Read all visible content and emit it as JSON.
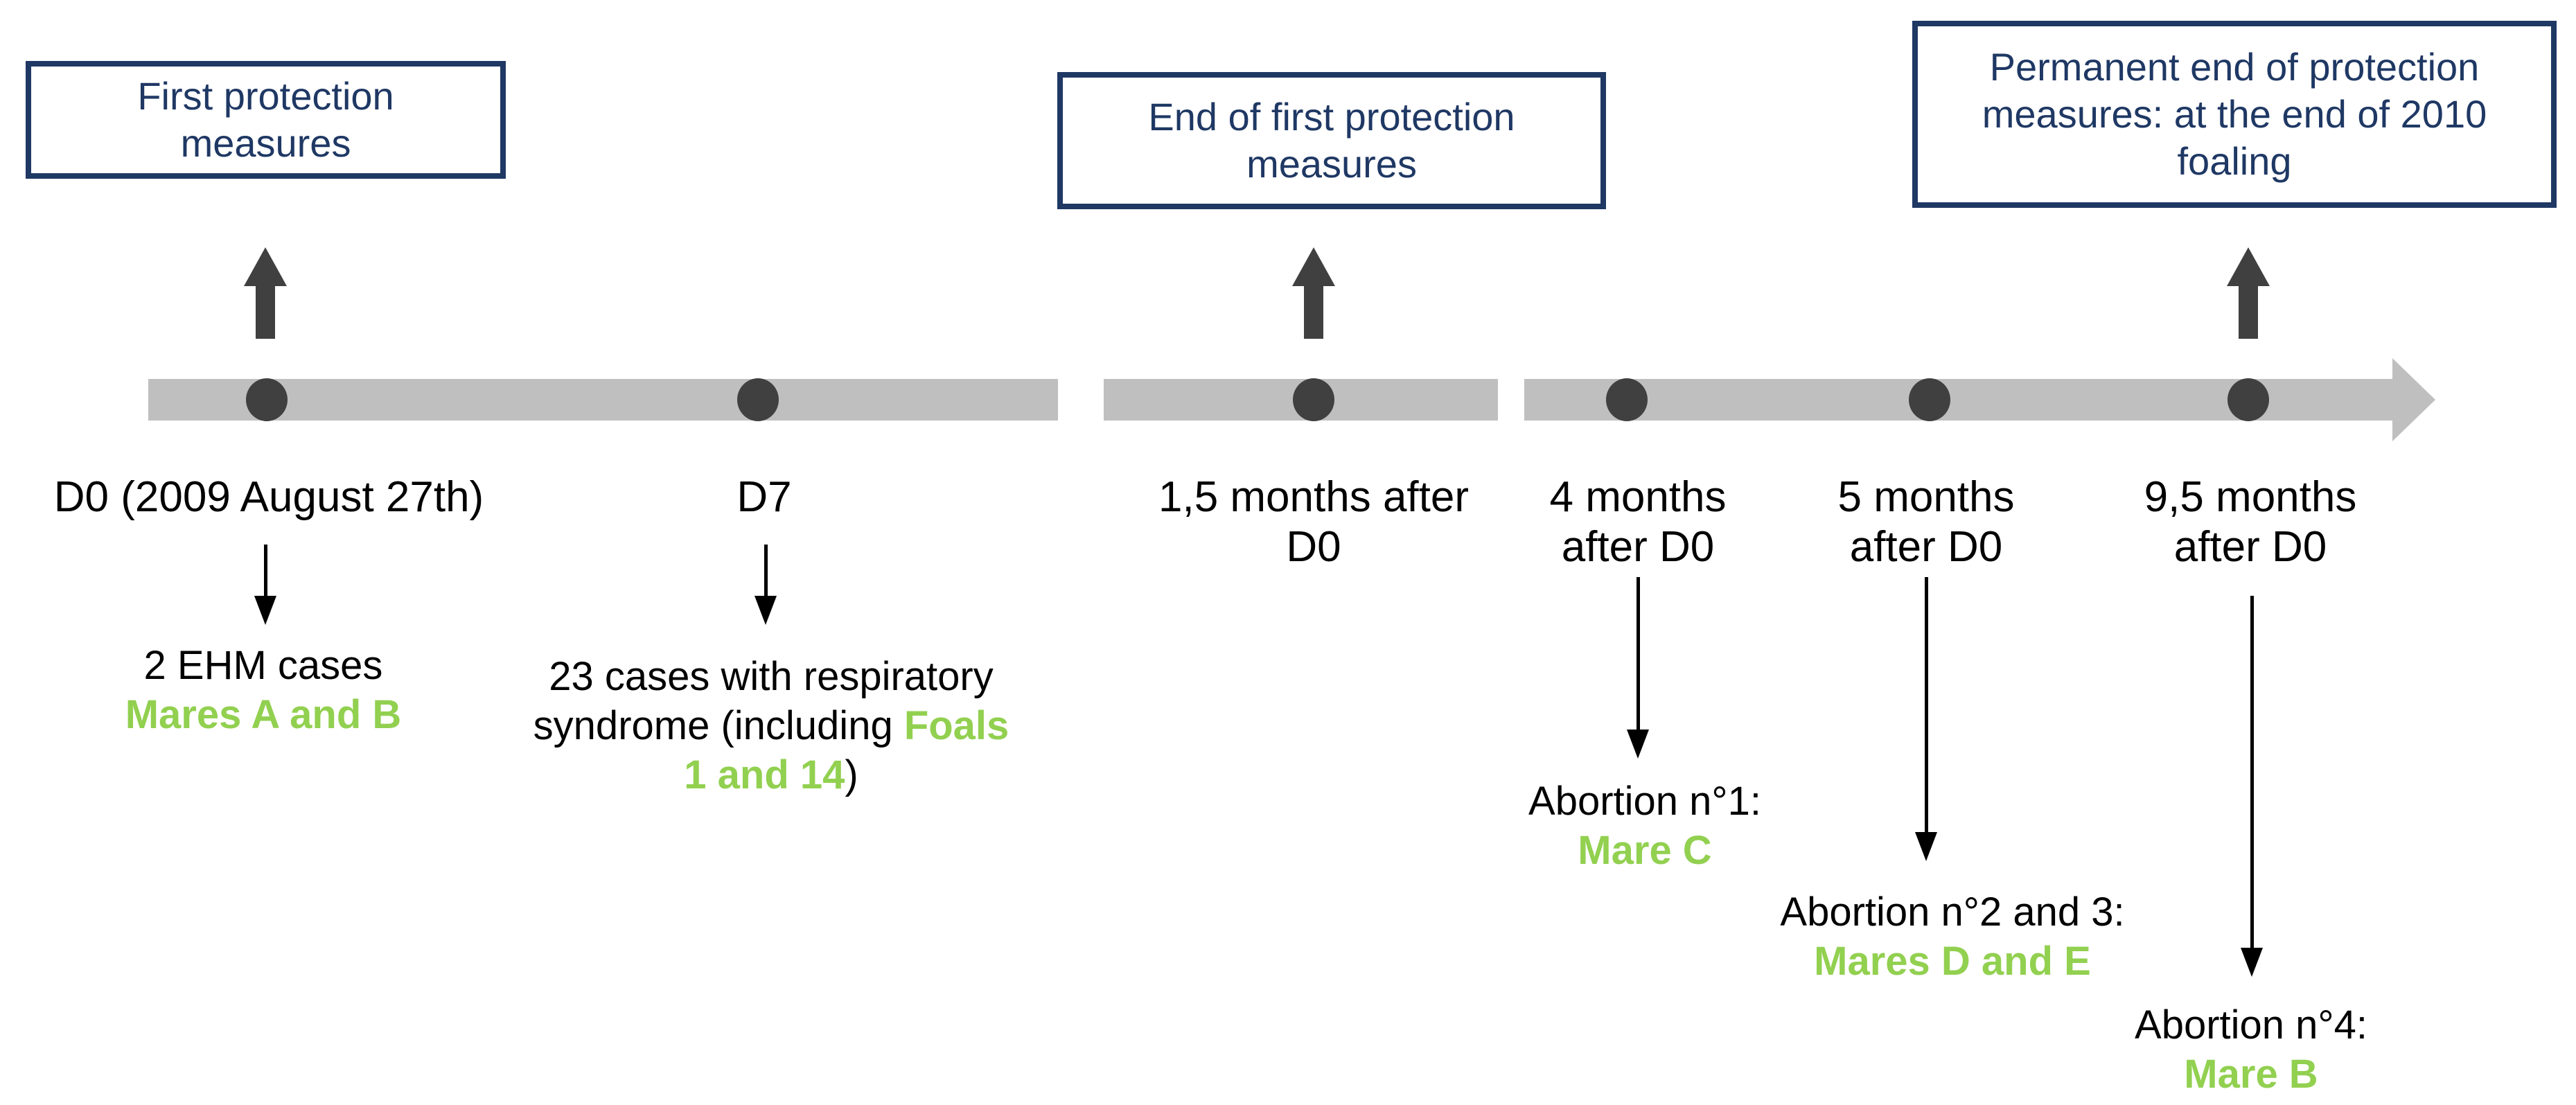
{
  "colors": {
    "navy": "#1F3864",
    "green": "#92D050",
    "timeline_gray": "#BFBFBF",
    "marker_gray": "#404040",
    "text_black": "#000000"
  },
  "callout_boxes": [
    {
      "label": "First protection measures"
    },
    {
      "label": "End of first protection measures"
    },
    {
      "label": "Permanent end of protection measures: at the end of 2010 foaling"
    }
  ],
  "timeline": {
    "tick_labels": [
      {
        "lines": [
          "D0 (2009 August 27th)"
        ]
      },
      {
        "lines": [
          "D7"
        ]
      },
      {
        "lines": [
          "1,5 months after",
          "D0"
        ]
      },
      {
        "lines": [
          "4 months",
          "after D0"
        ]
      },
      {
        "lines": [
          "5 months",
          "after D0"
        ]
      },
      {
        "lines": [
          "9,5 months",
          "after D0"
        ]
      }
    ]
  },
  "events": [
    {
      "lines": [
        {
          "parts": [
            {
              "text": "2 EHM cases",
              "green": false
            }
          ]
        },
        {
          "parts": [
            {
              "text": "Mares A and B",
              "green": true
            }
          ]
        }
      ]
    },
    {
      "lines": [
        {
          "parts": [
            {
              "text": "23 cases with respiratory",
              "green": false
            }
          ]
        },
        {
          "parts": [
            {
              "text": "syndrome (including ",
              "green": false
            },
            {
              "text": "Foals",
              "green": true
            }
          ]
        },
        {
          "parts": [
            {
              "text": "1 and 14",
              "green": true
            },
            {
              "text": ")",
              "green": false
            }
          ]
        }
      ]
    },
    {
      "lines": [
        {
          "parts": [
            {
              "text": "Abortion n°1:",
              "green": false
            }
          ]
        },
        {
          "parts": [
            {
              "text": "Mare C",
              "green": true
            }
          ]
        }
      ]
    },
    {
      "lines": [
        {
          "parts": [
            {
              "text": "Abortion n°2 and 3:",
              "green": false
            }
          ]
        },
        {
          "parts": [
            {
              "text": "Mares D and E",
              "green": true
            }
          ]
        }
      ]
    },
    {
      "lines": [
        {
          "parts": [
            {
              "text": "Abortion n°4:",
              "green": false
            }
          ]
        },
        {
          "parts": [
            {
              "text": "Mare B",
              "green": true
            }
          ]
        }
      ]
    }
  ]
}
